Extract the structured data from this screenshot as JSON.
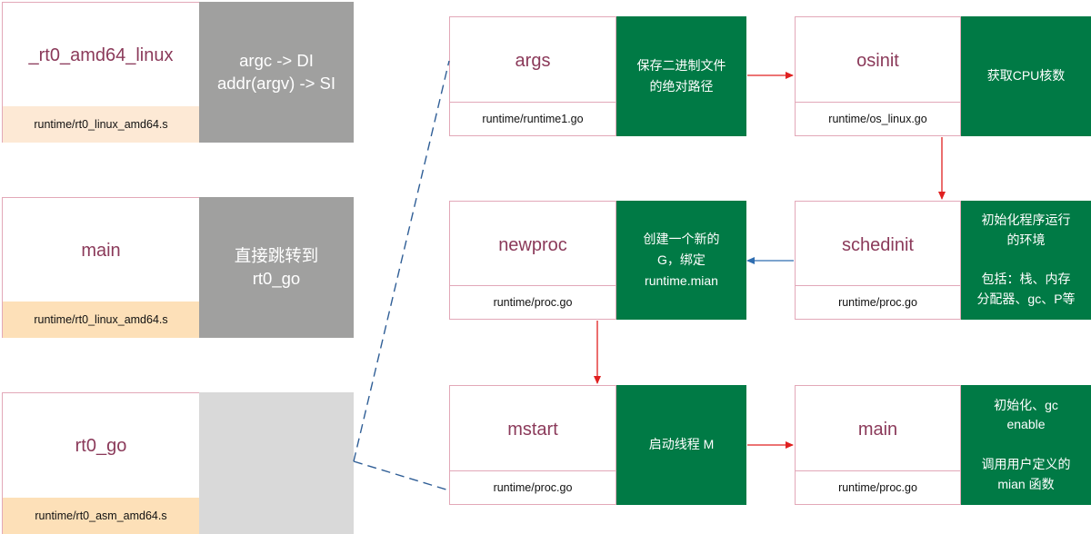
{
  "stages": [
    {
      "title": "_rt0_amd64_linux",
      "file": "runtime/rt0_linux_amd64.s",
      "note": "argc -> DI\naddr(argv) -> SI"
    },
    {
      "title": "main",
      "file": "runtime/rt0_linux_amd64.s",
      "note": "直接跳转到\nrt0_go"
    },
    {
      "title": "rt0_go",
      "file": "runtime/rt0_asm_amd64.s",
      "note": ""
    }
  ],
  "nodes": [
    {
      "title": "args",
      "file": "runtime/runtime1.go",
      "desc": "保存二进制文件\n的绝对路径"
    },
    {
      "title": "osinit",
      "file": "runtime/os_linux.go",
      "desc": "获取CPU核数"
    },
    {
      "title": "newproc",
      "file": "runtime/proc.go",
      "desc": "创建一个新的\nG，绑定\nruntime.mian"
    },
    {
      "title": "schedinit",
      "file": "runtime/proc.go",
      "desc": "初始化程序运行\n的环境\n\n包括：栈、内存\n分配器、gc、P等"
    },
    {
      "title": "mstart",
      "file": "runtime/proc.go",
      "desc": "启动线程 M"
    },
    {
      "title": "main",
      "file": "runtime/proc.go",
      "desc": "初始化、gc\nenable\n\n调用用户定义的\nmian 函数"
    }
  ],
  "colors": {
    "green": "#007a45",
    "gray_dark": "#a0a09f",
    "gray_light": "#d9d9d9",
    "file_bg_light": "#fde9d5",
    "file_bg": "#fde0b8",
    "title_text": "#8b3a5a",
    "border_pink": "#e2a8b8",
    "arrow_red": "#e02020",
    "arrow_blue": "#2e6db0",
    "dashed_line": "#2f5e96"
  }
}
